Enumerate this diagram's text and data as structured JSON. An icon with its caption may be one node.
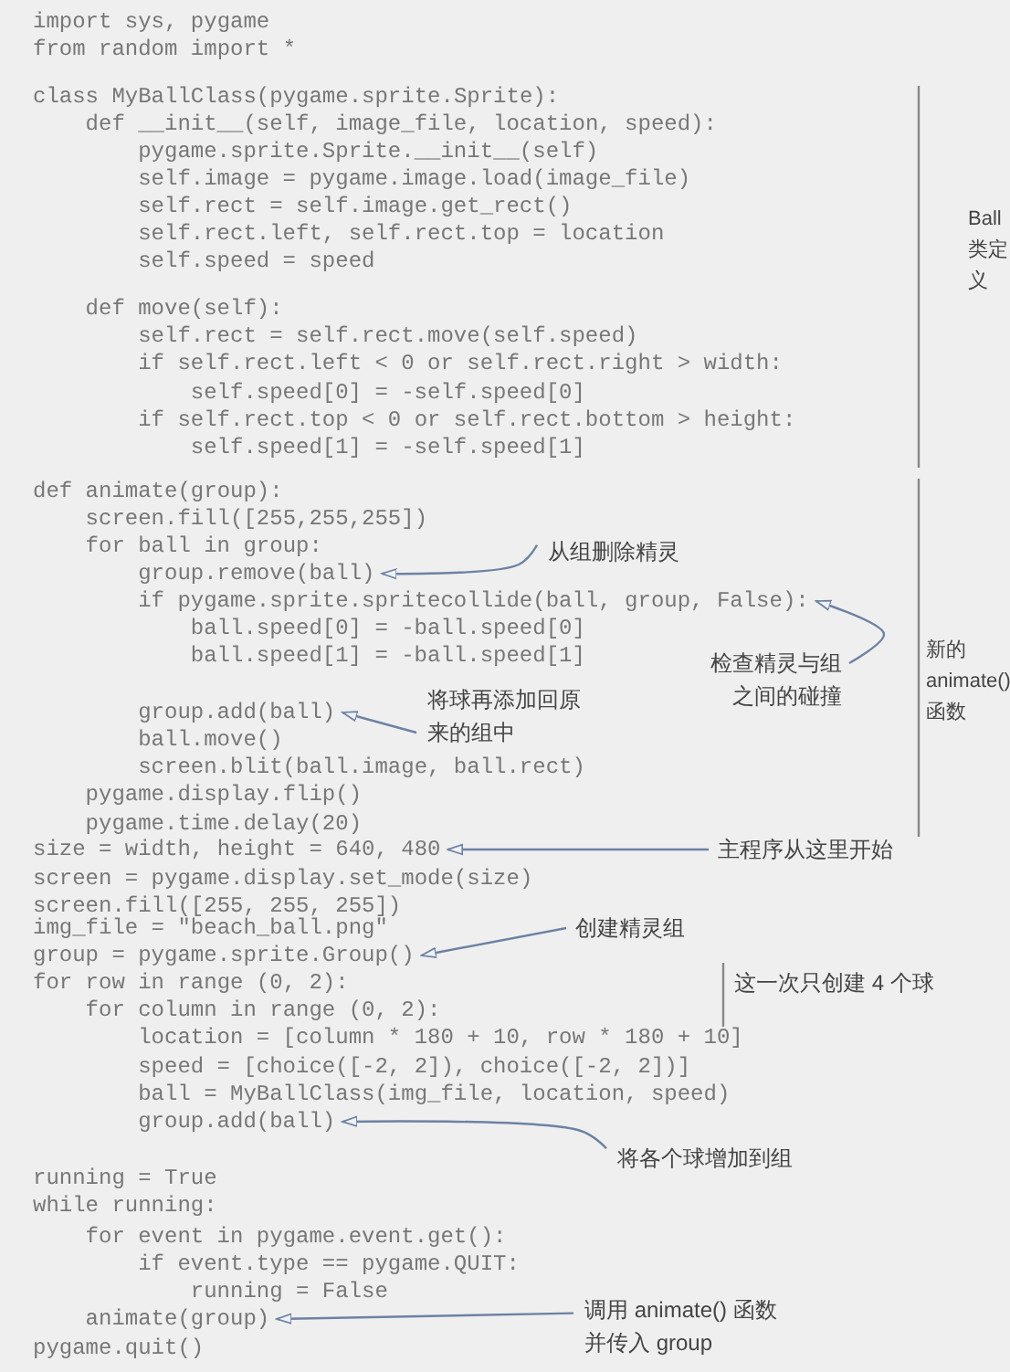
{
  "diagram": {
    "nodes": [
      {
        "text": [
          "import sys, pygame"
        ]
      },
      {
        "text": [
          "from random import *"
        ]
      },
      {
        "text": [
          "class MyBallClass(pygame.sprite.Sprite):"
        ]
      },
      {
        "text": [
          "def __init__(self, image_file, location, speed):"
        ]
      },
      {
        "text": [
          "pygame.sprite.Sprite.__init__(self)"
        ]
      },
      {
        "text": [
          "self.image = pygame.image.load(image_file)"
        ]
      },
      {
        "text": [
          "self.rect = self.image.get_rect()"
        ]
      },
      {
        "text": [
          "self.rect.left, self.rect.top = location"
        ]
      },
      {
        "text": [
          "self.speed = speed"
        ]
      },
      {
        "text": [
          "def move(self):"
        ]
      },
      {
        "text": [
          "self.rect = self.rect.move(self.speed)"
        ]
      },
      {
        "text": [
          "if self.rect.left < 0 or self.rect.right > width:"
        ]
      },
      {
        "text": [
          "self.speed[0] = -self.speed[0]"
        ]
      },
      {
        "text": [
          "if self.rect.top < 0 or self.rect.bottom > height:"
        ]
      },
      {
        "text": [
          "self.speed[1] = -self.speed[1]"
        ]
      },
      {
        "text": [
          "def animate(group):"
        ]
      },
      {
        "text": [
          "screen.fill([255,255,255])"
        ]
      },
      {
        "text": [
          "for ball in group:"
        ]
      },
      {
        "text": [
          "group.remove(ball)"
        ]
      },
      {
        "text": [
          "从组删除精灵"
        ]
      },
      {
        "text": [
          "if pygame.sprite.spritecollide(ball, group, False):"
        ]
      },
      {
        "text": [
          "ball.speed[0] = -ball.speed[0]"
        ]
      },
      {
        "text": [
          "ball.speed[1] = -ball.speed[1]"
        ]
      },
      {
        "text": [
          "检查精灵与组之间的碰撞"
        ]
      },
      {
        "text": [
          "group.add(ball)"
        ]
      },
      {
        "text": [
          "将球再添加回原来的组中"
        ]
      },
      {
        "text": [
          "ball.move()"
        ]
      },
      {
        "text": [
          "screen.blit(ball.image, ball.rect)"
        ]
      },
      {
        "text": [
          "pygame.display.flip()"
        ]
      },
      {
        "text": [
          "pygame.time.delay(20)"
        ]
      },
      {
        "text": [
          "size = width, height = 640, 480"
        ]
      },
      {
        "text": [
          "主程序从这里开始"
        ]
      },
      {
        "text": [
          "screen = pygame.display.set_mode(size)"
        ]
      },
      {
        "text": [
          "screen.fill([255, 255, 255])"
        ]
      },
      {
        "text": [
          "img_file = \"beach_ball.png\""
        ]
      },
      {
        "text": [
          "创建精灵组"
        ]
      },
      {
        "text": [
          "group = pygame.sprite.Group()"
        ]
      },
      {
        "text": [
          "for row in range (0, 2):"
        ]
      },
      {
        "text": [
          "for column in range (0, 2):"
        ]
      },
      {
        "text": [
          "location = [column * 180 + 10, row * 180 + 10]"
        ]
      },
      {
        "text": [
          "speed = [choice([-2, 2]), choice([-2, 2])]"
        ]
      },
      {
        "text": [
          "ball = MyBallClass(img_file, location, speed)"
        ]
      },
      {
        "text": [
          "group.add(ball)"
        ]
      },
      {
        "text": [
          "将各个球增加到组"
        ]
      },
      {
        "text": [
          "running = True"
        ]
      },
      {
        "text": [
          "while running:"
        ]
      },
      {
        "text": [
          "for event in pygame.event.get():"
        ]
      },
      {
        "text": [
          "if event.type == pygame.QUIT:"
        ]
      },
      {
        "text": [
          "running = False"
        ]
      },
      {
        "text": [
          "animate(group)"
        ]
      },
      {
        "text": [
          "调用 animate() 函数并传入 group"
        ]
      },
      {
        "text": [
          "pygame.quit()"
        ]
      }
    ],
    "edges": [
      {
        "from": 19,
        "to": 18,
        "arrow": "to"
      },
      {
        "from": 23,
        "to": 20,
        "arrow": "to"
      },
      {
        "from": 25,
        "to": 24,
        "arrow": "to"
      },
      {
        "from": 31,
        "to": 30,
        "arrow": "to"
      },
      {
        "from": 35,
        "to": 36,
        "arrow": "to"
      },
      {
        "from": 43,
        "to": 42,
        "arrow": "to"
      },
      {
        "from": 50,
        "to": 49,
        "arrow": "to"
      }
    ],
    "labels": [
      "Ball类定义",
      "新的animate()函数",
      "这一次只创建 4 个球"
    ]
  }
}
